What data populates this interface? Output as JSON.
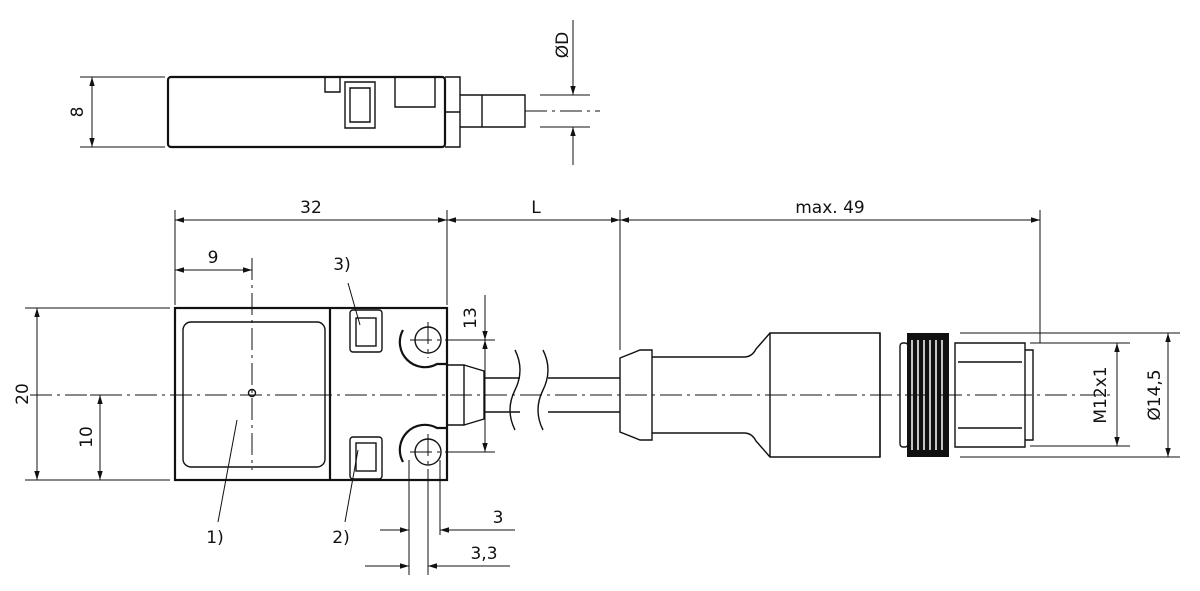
{
  "drawing": {
    "side_view": {
      "height_label": "8",
      "cable_diameter_label": "ØD"
    },
    "front_view": {
      "length_label": "32",
      "cable_length_label": "L",
      "connector_length_label": "max. 49",
      "sensing_center_label": "9",
      "height_label": "20",
      "center_height_label": "10",
      "hole_spacing_label": "13",
      "hole_diameter_label": "3",
      "hole_offset_label": "3,3",
      "thread_label": "M12x1",
      "connector_diameter_label": "Ø14,5"
    },
    "callouts": [
      "1)",
      "2)",
      "3)"
    ]
  }
}
